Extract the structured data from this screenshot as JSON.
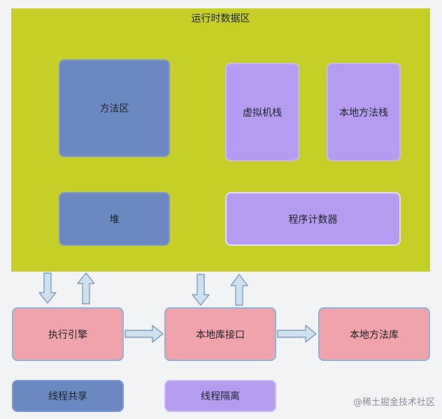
{
  "diagram": {
    "runtime_area": {
      "title": "运行时数据区"
    },
    "method_area": "方法区",
    "vm_stack": "虚拟机栈",
    "native_method_stack": "本地方法栈",
    "heap": "堆",
    "program_counter": "程序计数器",
    "execution_engine": "执行引擎",
    "native_interface": "本地库接口",
    "native_method_library": "本地方法库",
    "legend": {
      "shared": "线程共享",
      "isolated": "线程隔离"
    },
    "colors": {
      "runtime_bg": "#c6cf27",
      "shared": "#6c88c0",
      "isolated": "#b59cf0",
      "external": "#f0a3ab",
      "arrow": "#cfe0ee"
    }
  },
  "watermark": "@稀土掘金技术社区"
}
